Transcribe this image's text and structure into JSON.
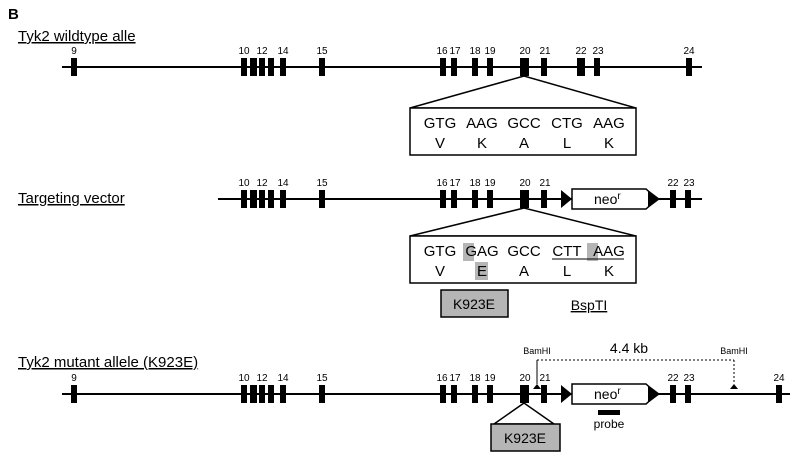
{
  "figure": {
    "panel_letter": "B",
    "rows": {
      "wildtype": {
        "label": "Tyk2 wildtype alle",
        "exon_labels": {
          "e9": "9",
          "e10": "10",
          "e12": "12",
          "e14": "14",
          "e15": "15",
          "e16": "16",
          "e17": "17",
          "e18": "18",
          "e19": "19",
          "e20": "20",
          "e21": "21",
          "e22": "22",
          "e23": "23",
          "e24": "24"
        },
        "codons": [
          "GTG",
          "AAG",
          "GCC",
          "CTG",
          "AAG"
        ],
        "aminoacids": [
          "V",
          "K",
          "A",
          "L",
          "K"
        ]
      },
      "targeting": {
        "label": "Targeting vector",
        "exon_labels": {
          "e10": "10",
          "e12": "12",
          "e14": "14",
          "e15": "15",
          "e16": "16",
          "e17": "17",
          "e18": "18",
          "e19": "19",
          "e20": "20",
          "e21": "21",
          "e22": "22",
          "e23": "23"
        },
        "neo_main": "neo",
        "neo_sup": "r",
        "codons": [
          "GTG",
          "GAG",
          "GCC",
          "CTT",
          "AAG"
        ],
        "aminoacids": [
          "V",
          "E",
          "A",
          "L",
          "K"
        ],
        "mutation_label": "K923E",
        "restriction_site": "BspTI"
      },
      "mutant": {
        "label": "Tyk2 mutant allele (K923E)",
        "exon_labels": {
          "e9": "9",
          "e10": "10",
          "e12": "12",
          "e14": "14",
          "e15": "15",
          "e16": "16",
          "e17": "17",
          "e18": "18",
          "e19": "19",
          "e20": "20",
          "e21": "21",
          "e22": "22",
          "e23": "23",
          "e24": "24"
        },
        "neo_main": "neo",
        "neo_sup": "r",
        "mutation_label": "K923E",
        "bamhi_left": "BamHI",
        "bamhi_right": "BamHI",
        "fragment_size": "4.4 kb",
        "probe_label": "probe"
      }
    }
  }
}
